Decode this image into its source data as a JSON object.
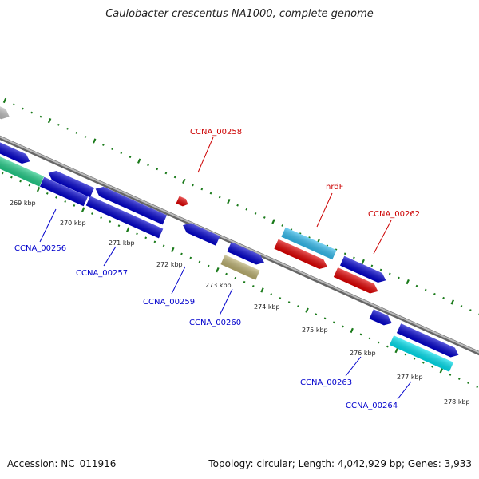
{
  "title": "Caulobacter crescentus NA1000, complete genome",
  "footer": {
    "accession": "Accession: NC_011916",
    "summary": "Topology: circular; Length: 4,042,929 bp; Genes: 3,933"
  },
  "ticks": [
    "269 kbp",
    "270 kbp",
    "271 kbp",
    "272 kbp",
    "273 kbp",
    "274 kbp",
    "275 kbp",
    "276 kbp",
    "277 kbp",
    "278 kbp"
  ],
  "labels": {
    "ccna_00256": "CCNA_00256",
    "ccna_00257": "CCNA_00257",
    "ccna_00258": "CCNA_00258",
    "ccna_00259": "CCNA_00259",
    "ccna_00260": "CCNA_00260",
    "nrdf": "nrdF",
    "ccna_00262": "CCNA_00262",
    "ccna_00263": "CCNA_00263",
    "ccna_00264": "CCNA_00264"
  },
  "colors": {
    "backbone": "#888888",
    "ruler": "#1a7a1a",
    "cds_blue": "#0000cc",
    "cds_red": "#e00000",
    "cds_cyan_light": "#33bbee",
    "cds_cyan": "#00e0ee",
    "cds_olive": "#bbb070",
    "cds_green": "#22cc88",
    "cds_grey": "#bbbbbb",
    "label_blue": "#0000cc",
    "label_red": "#cc0000"
  }
}
